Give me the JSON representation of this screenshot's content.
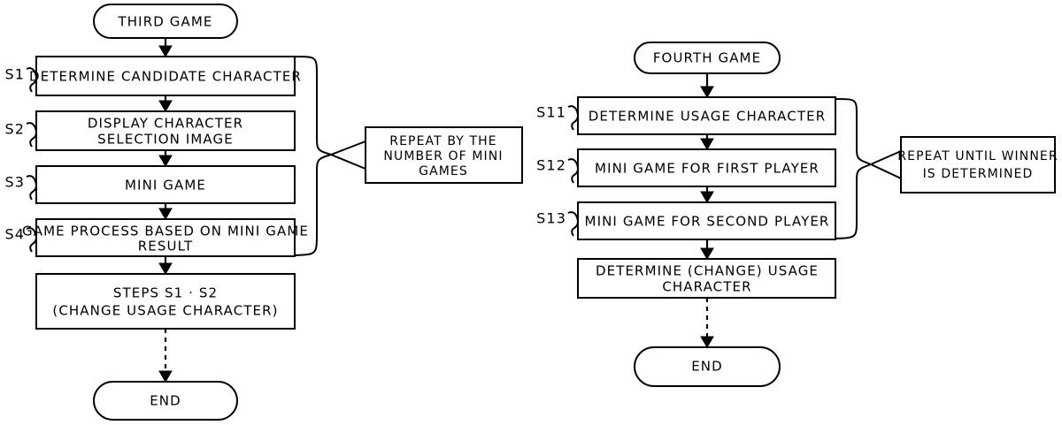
{
  "figure": {
    "type": "flowchart",
    "description": "Patent-style flowchart with two parallel process flows: THIRD GAME and FOURTH GAME",
    "background_color": "#ffffff",
    "line_color": "#000000"
  },
  "left_flow": {
    "title": "THIRD GAME",
    "start_terminal": "THIRD GAME",
    "end_terminal": "END",
    "steps": [
      {
        "id": "S1",
        "label": "DETERMINE CANDIDATE CHARACTER",
        "lines": [
          "DETERMINE CANDIDATE CHARACTER"
        ]
      },
      {
        "id": "S2",
        "label": "DISPLAY CHARACTER SELECTION IMAGE",
        "lines": [
          "DISPLAY CHARACTER",
          "SELECTION IMAGE"
        ]
      },
      {
        "id": "S3",
        "label": "MINI GAME",
        "lines": [
          "MINI GAME"
        ]
      },
      {
        "id": "S4",
        "label": "GAME PROCESS BASED ON MINI GAME RESULT",
        "lines": [
          "GAME PROCESS BASED ON MINI GAME",
          "RESULT"
        ]
      }
    ],
    "final_step": {
      "id": "",
      "label": "STEPS S1 · S2 (CHANGE USAGE CHARACTER)",
      "lines": [
        "STEPS S1 · S2",
        "(CHANGE USAGE CHARACTER)"
      ]
    },
    "callout": {
      "label": "REPEAT BY THE NUMBER OF MINI GAMES",
      "lines": [
        "REPEAT BY THE",
        "NUMBER OF MINI",
        "GAMES"
      ]
    }
  },
  "right_flow": {
    "title": "FOURTH GAME",
    "start_terminal": "FOURTH GAME",
    "end_terminal": "END",
    "steps": [
      {
        "id": "S11",
        "label": "DETERMINE USAGE CHARACTER",
        "lines": [
          "DETERMINE USAGE CHARACTER"
        ]
      },
      {
        "id": "S12",
        "label": "MINI GAME FOR FIRST PLAYER",
        "lines": [
          "MINI GAME FOR FIRST PLAYER"
        ]
      },
      {
        "id": "S13",
        "label": "MINI GAME FOR SECOND PLAYER",
        "lines": [
          "MINI GAME FOR SECOND PLAYER"
        ]
      }
    ],
    "final_step": {
      "id": "",
      "label": "DETERMINE (CHANGE) USAGE CHARACTER",
      "lines": [
        "DETERMINE (CHANGE) USAGE",
        "CHARACTER"
      ]
    },
    "callout": {
      "label": "REPEAT UNTIL WINNER IS DETERMINED",
      "lines": [
        "REPEAT UNTIL WINNER",
        "IS DETERMINED"
      ]
    }
  }
}
